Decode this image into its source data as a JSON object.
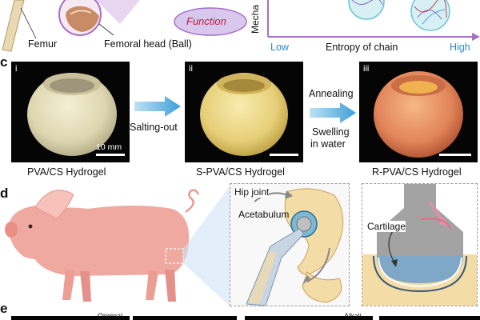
{
  "panel_b": {
    "femur": "Femur",
    "femoral_head": "Femoral head (Ball)",
    "function": "Function",
    "axis_y": "Mecha",
    "axis_x_low": "Low",
    "axis_x_mid": "Entropy of chain",
    "axis_x_high": "High"
  },
  "panel_c": {
    "letter": "c",
    "items": [
      {
        "roman": "i",
        "caption": "PVA/CS Hydrogel",
        "scale": "10 mm"
      },
      {
        "roman": "ii",
        "caption": "S-PVA/CS Hydrogel"
      },
      {
        "roman": "iii",
        "caption": "R-PVA/CS Hydrogel"
      }
    ],
    "arrow1": "Salting-out",
    "arrow2_top": "Annealing",
    "arrow2_bottom_1": "Swelling",
    "arrow2_bottom_2": "in water"
  },
  "panel_d": {
    "letter": "d",
    "hip_joint": "Hip joint",
    "acetabulum": "Acetabulum",
    "cartilage": "Cartilage"
  },
  "panel_e": {
    "letter": "e",
    "original": "Original",
    "alkali": "Alkali"
  },
  "colors": {
    "purple": "#a86fc8",
    "function_text": "#c0193a",
    "blue_axis": "#2f87c9",
    "pig": "#f0a9a0",
    "bone": "#f3dca6"
  }
}
